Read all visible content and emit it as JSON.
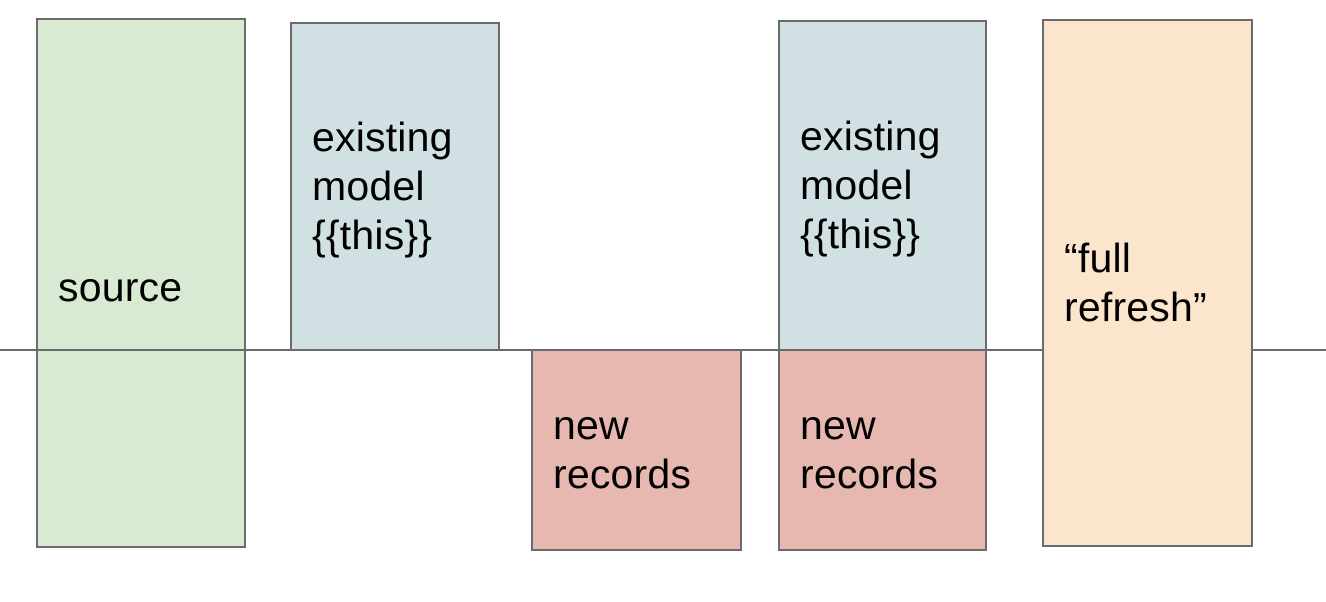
{
  "diagram": {
    "background": "#ffffff",
    "border_color": "#6b6b6b",
    "text_color": "#000000",
    "divider_line": {
      "color": "#6a6a6a"
    },
    "boxes": {
      "source": {
        "label": "source",
        "fill": "#d9ead3"
      },
      "existing_model_1": {
        "label": "existing model {{this}}",
        "fill": "#d0e0e3"
      },
      "new_records_1": {
        "label": "new records",
        "fill": "#e6b8af"
      },
      "existing_model_2": {
        "label": "existing model {{this}}",
        "fill": "#d0e0e3"
      },
      "new_records_2": {
        "label": "new records",
        "fill": "#e6b8af"
      },
      "full_refresh": {
        "label": "“full refresh”",
        "fill": "#fce5cd"
      }
    }
  }
}
